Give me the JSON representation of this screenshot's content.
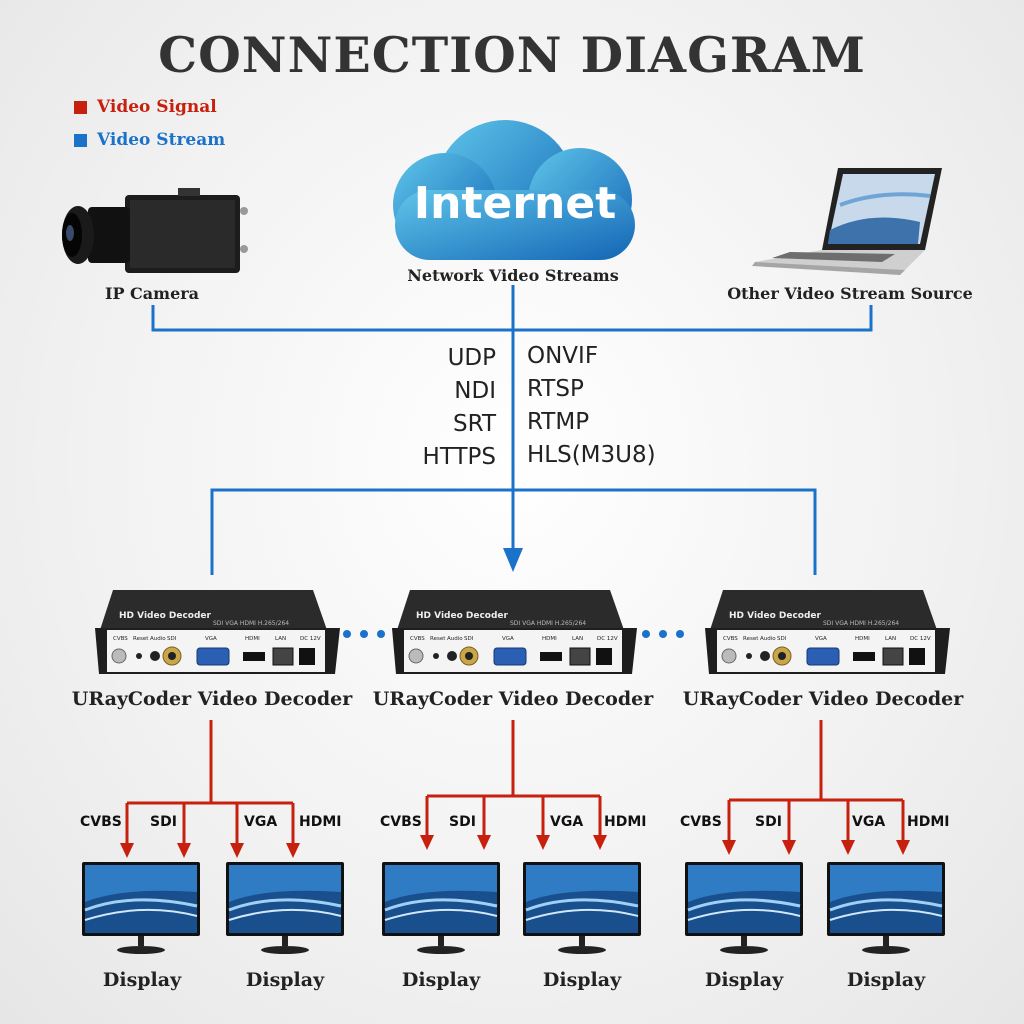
{
  "title": "CONNECTION DIAGRAM",
  "legend": [
    {
      "label": "Video Signal",
      "color": "#c8200f"
    },
    {
      "label": "Video Stream",
      "color": "#1b72c9"
    }
  ],
  "sources": {
    "camera": "IP Camera",
    "cloud_text": "Internet",
    "cloud_caption": "Network Video Streams",
    "laptop": "Other Video Stream Source"
  },
  "protocols_left": [
    "UDP",
    "NDI",
    "SRT",
    "HTTPS"
  ],
  "protocols_right": [
    "ONVIF",
    "RTSP",
    "RTMP",
    "HLS(M3U8)"
  ],
  "decoder": {
    "label": "URayCoder Video Decoder",
    "device_title": "HD Video Decoder",
    "device_subtitle": "SDI VGA HDMI H.265/264",
    "ports": [
      "CVBS",
      "Reset",
      "Audio",
      "SDI",
      "VGA",
      "HDMI",
      "LAN",
      "DC 12V"
    ]
  },
  "outputs": [
    "CVBS",
    "SDI",
    "VGA",
    "HDMI"
  ],
  "display_label": "Display",
  "colors": {
    "signal": "#c8200f",
    "stream": "#1b72c9"
  }
}
